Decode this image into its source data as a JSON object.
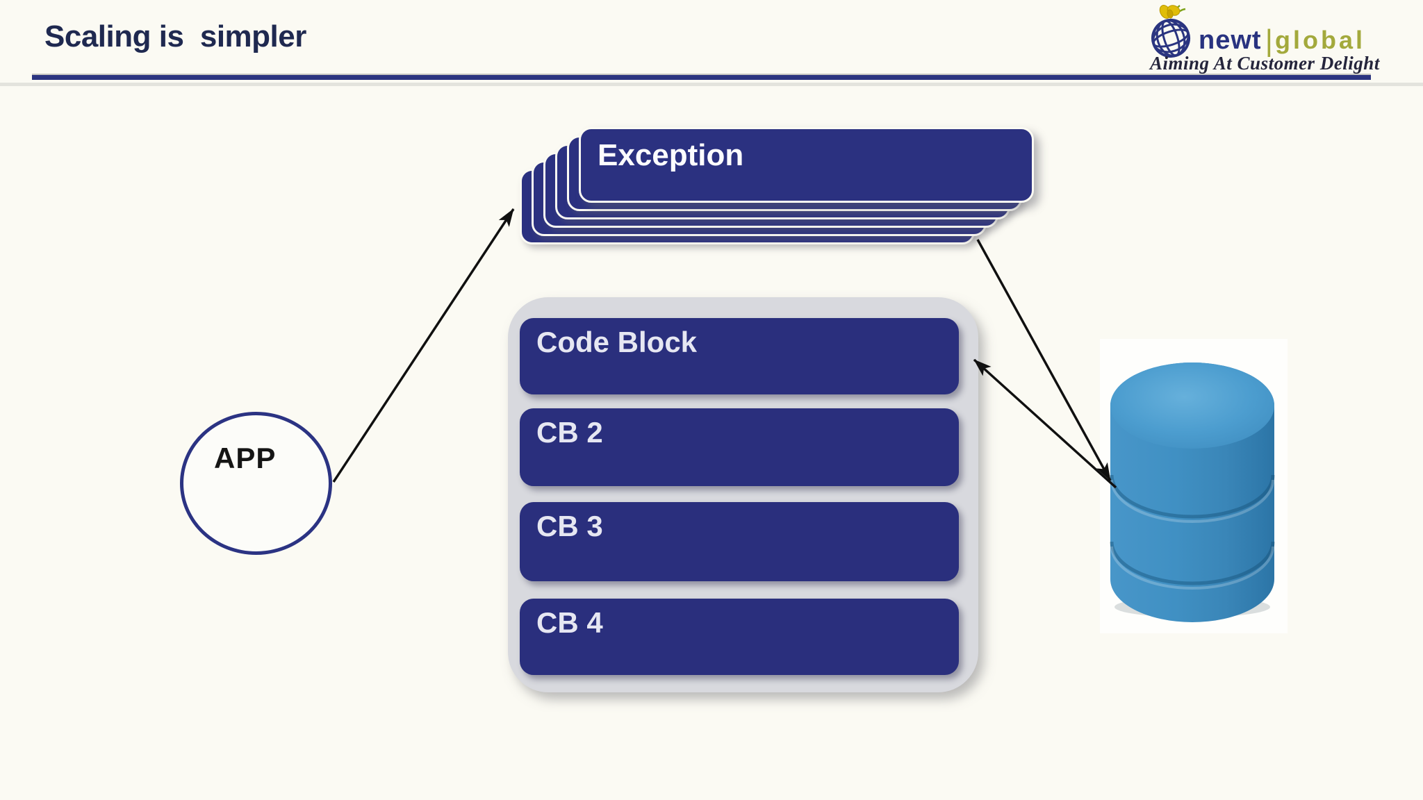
{
  "slide": {
    "title": "Scaling is  simpler"
  },
  "header": {
    "logo": {
      "brand_primary": "newt",
      "brand_divider": "|",
      "brand_secondary": "global",
      "tagline": "Aiming At Customer Delight"
    }
  },
  "diagram": {
    "app_node": {
      "label": "APP"
    },
    "exception_stack": {
      "label": "Exception",
      "layer_count": 6
    },
    "code_container": {
      "blocks": [
        {
          "label": "Code Block"
        },
        {
          "label": "CB 2"
        },
        {
          "label": "CB 3"
        },
        {
          "label": "CB 4"
        }
      ]
    },
    "database": {
      "name": "database-cylinder"
    },
    "arrows": [
      {
        "name": "app-to-exception"
      },
      {
        "name": "exception-to-database"
      },
      {
        "name": "database-to-codeblock"
      }
    ]
  },
  "colors": {
    "background": "#FBFAF3",
    "navy_card": "#2B3180",
    "navy_bar": "#2A2F7D",
    "container_gray": "#D8D9DE",
    "cylinder_blue": "#3E8CBF",
    "rule_navy": "#2B3480",
    "rule_bottom": "#4A5578",
    "logo_navy": "#293380",
    "logo_olive": "#A3A93C"
  }
}
